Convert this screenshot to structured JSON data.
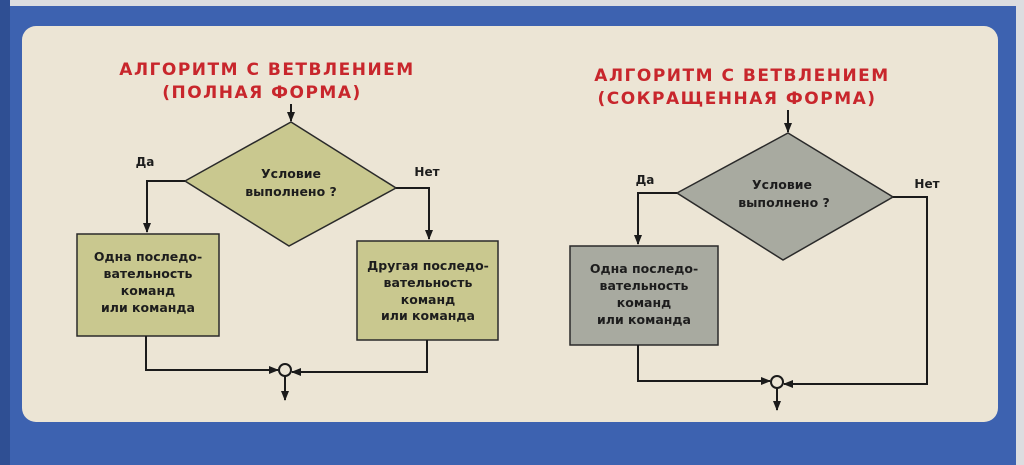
{
  "left_diagram": {
    "title_line1": "АЛГОРИТМ С ВЕТВЛЕНИЕМ",
    "title_line2": "(ПОЛНАЯ ФОРМА)",
    "condition_line1": "Условие",
    "condition_line2": "выполнено ?",
    "yes_label": "Да",
    "no_label": "Нет",
    "yes_box": [
      "Одна последо-",
      "вательность",
      "команд",
      "или команда"
    ],
    "no_box": [
      "Другая последо-",
      "вательность",
      "команд",
      "или команда"
    ],
    "fill_color": "#c9c88f"
  },
  "right_diagram": {
    "title_line1": "АЛГОРИТМ С ВЕТВЛЕНИЕМ",
    "title_line2": "(СОКРАЩЕННАЯ ФОРМА)",
    "condition_line1": "Условие",
    "condition_line2": "выполнено ?",
    "yes_label": "Да",
    "no_label": "Нет",
    "yes_box": [
      "Одна последо-",
      "вательность",
      "команд",
      "или команда"
    ],
    "fill_color": "#a8aaa0"
  }
}
